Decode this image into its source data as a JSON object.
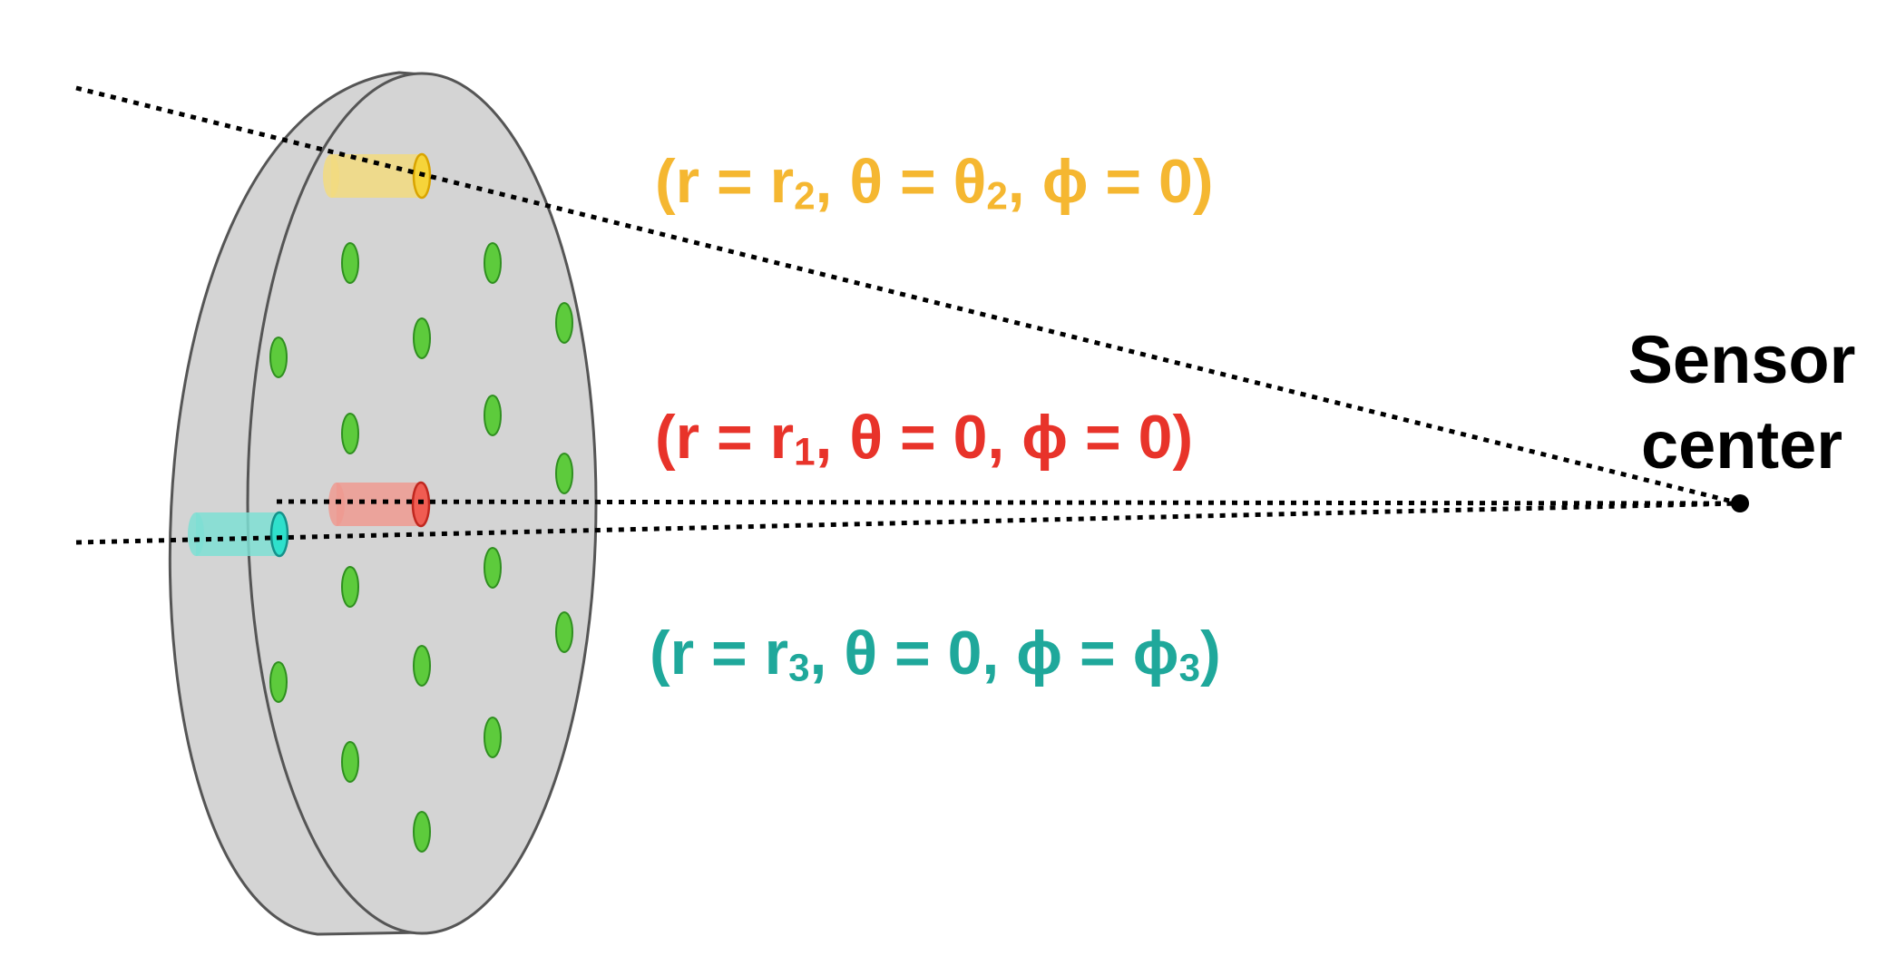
{
  "sensor": {
    "line1": "Sensor",
    "line2": "center"
  },
  "labels": {
    "yellow": {
      "open": "(r = r",
      "r_sub": "2",
      "middle": ", θ = θ",
      "theta_sub": "2",
      "close": ", ϕ = 0)",
      "color": "#F5B731"
    },
    "red": {
      "open": "(r = r",
      "r_sub": "1",
      "close": ", θ = 0, ϕ = 0)",
      "color": "#E8332A"
    },
    "teal": {
      "open": "(r = r",
      "r_sub": "3",
      "middle": ", θ = 0, ϕ = ϕ",
      "phi_sub": "3",
      "close": ")",
      "color": "#1FA89B"
    }
  },
  "colors": {
    "disk_fill": "#D4D4D4",
    "disk_stroke": "#555555",
    "hole_fill": "#5DCB3C",
    "hole_stroke": "#2F8F1F",
    "yellow_tube": "#F2DB7F",
    "yellow_cap": "#F6D43A",
    "red_tube": "#EE9A90",
    "red_cap": "#F05C52",
    "teal_tube": "#7EDFD3",
    "teal_cap": "#2FE0CC"
  }
}
